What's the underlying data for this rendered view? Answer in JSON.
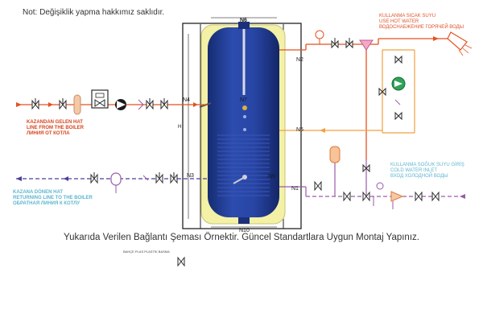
{
  "note": "Not: Değişiklik yapma hakkımız saklıdır.",
  "caption": "Yukarıda Verilen Bağlantı Şeması Örnektir. Güncel Standartlara Uygun Montaj Yapınız.",
  "small_label": "BAHÇE PLAS PLASTİK BASMA",
  "nodes": {
    "n6": "N6",
    "n2": "N2",
    "n4": "N4",
    "n7": "N7",
    "n5": "N5",
    "n3": "N3",
    "n1": "N1",
    "n9": "N9",
    "n10": "N10",
    "h": "H"
  },
  "labels": {
    "hot_in": [
      "KAZANDAN GELEN HAT",
      "LINE FROM THE BOILER",
      "ЛИНИЯ ОТ КОТЛА"
    ],
    "return": [
      "KAZANA DÖNEN HAT",
      "RETURNING LINE TO THE BOILER",
      "ОБРАТНАЯ ЛИНИЯ К КОТЛУ"
    ],
    "hot_use": [
      "KULLANMA SICAK SUYU",
      "USE HOT WATER",
      "ВОДОСНАБЖЕНИЕ ГОРЯЧЕЙ ВОДЫ"
    ],
    "cold": [
      "KULLANMA SOĞUK SUYU GİRİŞ",
      "COLD WATER INLET",
      "ВХОД ХОЛОДНОЙ ВОДЫ"
    ]
  },
  "colors": {
    "hot": "#e3521f",
    "return": "#4a3f9e",
    "cold": "#9b5aa8",
    "valve": "#2b2b2b",
    "tank": "#1f3d93",
    "jacket": "#f3f1a6",
    "pump": "#2fa357",
    "dhw": "#f0a040",
    "expansion": "#e07a3a"
  }
}
